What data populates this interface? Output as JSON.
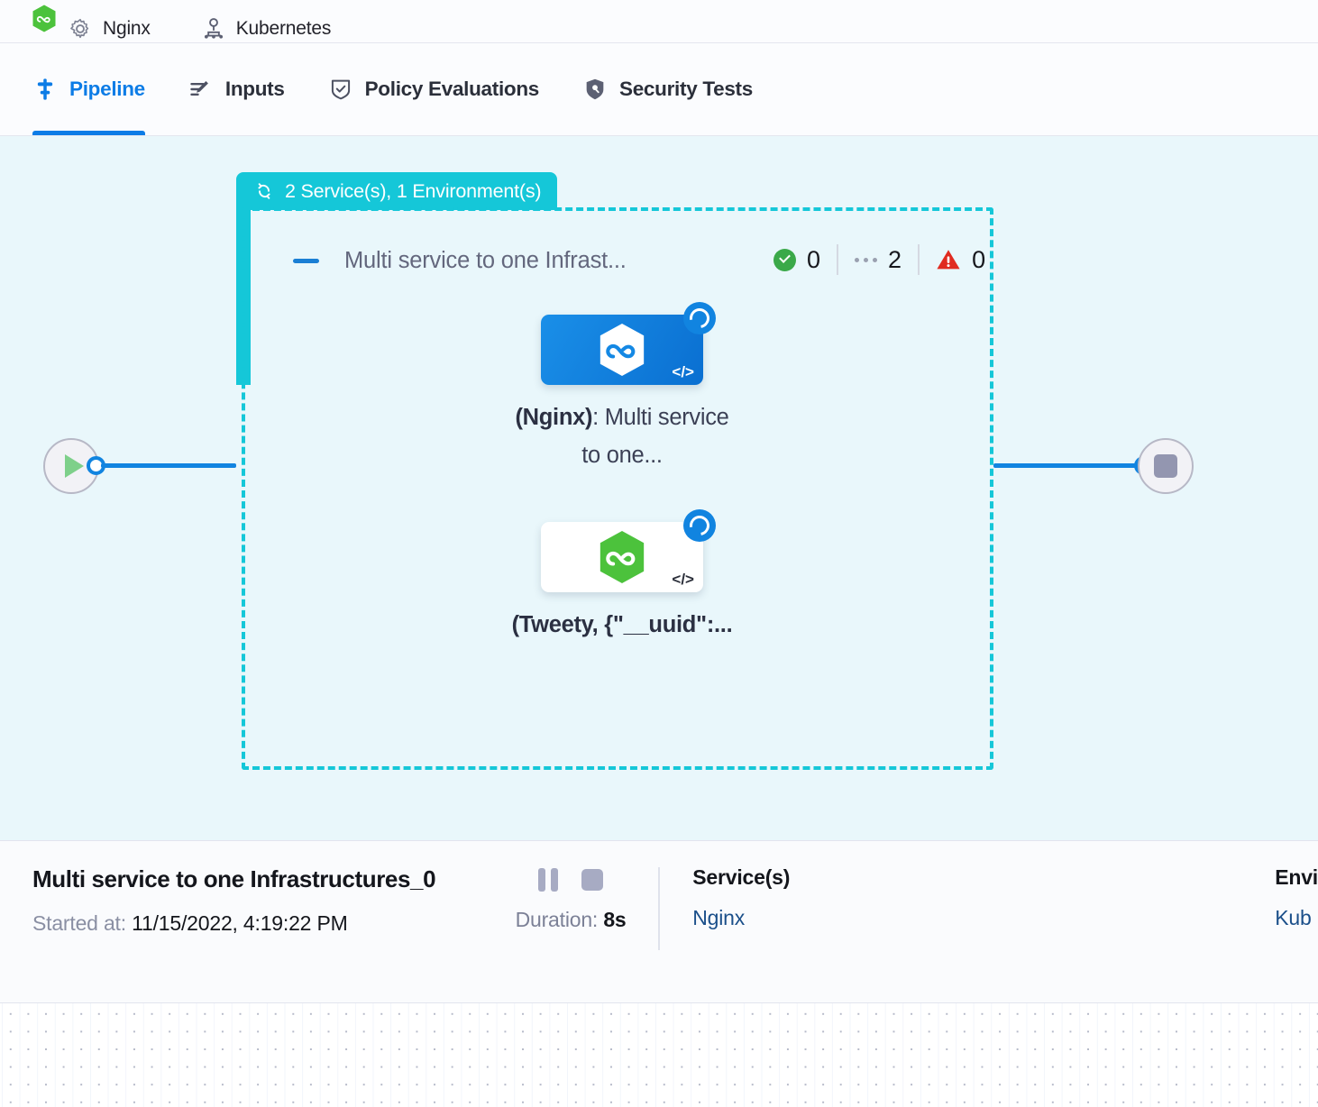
{
  "breadcrumb": {
    "items": [
      {
        "label": "Nginx",
        "icon": "gear-icon"
      },
      {
        "label": "Kubernetes",
        "icon": "kubernetes-icon"
      }
    ]
  },
  "tabs": [
    {
      "label": "Pipeline",
      "icon": "pipeline-icon",
      "active": true
    },
    {
      "label": "Inputs",
      "icon": "inputs-icon",
      "active": false
    },
    {
      "label": "Policy Evaluations",
      "icon": "policy-shield-icon",
      "active": false
    },
    {
      "label": "Security Tests",
      "icon": "security-shield-icon",
      "active": false
    }
  ],
  "pipeline": {
    "start_node": {
      "icon": "play-icon"
    },
    "end_node": {
      "icon": "stop-icon"
    },
    "group": {
      "badge_label": "2 Service(s), 1 Environment(s)",
      "badge_icon": "loop-repeat-icon",
      "badge_color": "#15c7d8",
      "collapse_icon": "minus-icon",
      "title": "Multi service to one Infrast...",
      "counts": [
        {
          "icon": "success-check-icon",
          "value": "0",
          "color": "#3aa949"
        },
        {
          "icon": "running-dots-icon",
          "value": "2",
          "color": "#9aa0b0"
        },
        {
          "icon": "error-warning-icon",
          "value": "0",
          "color": "#e02b20"
        }
      ],
      "nodes": [
        {
          "id": "node-nginx",
          "style": "blue",
          "hex_color": "#ffffff",
          "status_icon": "spinner-icon",
          "code_glyph": "</>",
          "label_bold": "(Nginx)",
          "label_rest": ": Multi service to one..."
        },
        {
          "id": "node-tweety",
          "style": "white",
          "hex_color": "#4cc23c",
          "status_icon": "spinner-icon",
          "code_glyph": "</>",
          "label_bold": "(Tweety, {\"__uuid\":...",
          "label_rest": ""
        }
      ]
    }
  },
  "detail_panel": {
    "title": "Multi service to one Infrastructures_0",
    "started_label": "Started at:",
    "started_value": "11/15/2022, 4:19:22 PM",
    "pause_icon": "pause-icon",
    "stop_icon": "stop-icon",
    "duration_label": "Duration:",
    "duration_value": "8s",
    "columns": [
      {
        "head": "Service(s)",
        "link": "Nginx"
      },
      {
        "head": "Envi",
        "link": "Kub"
      }
    ]
  }
}
